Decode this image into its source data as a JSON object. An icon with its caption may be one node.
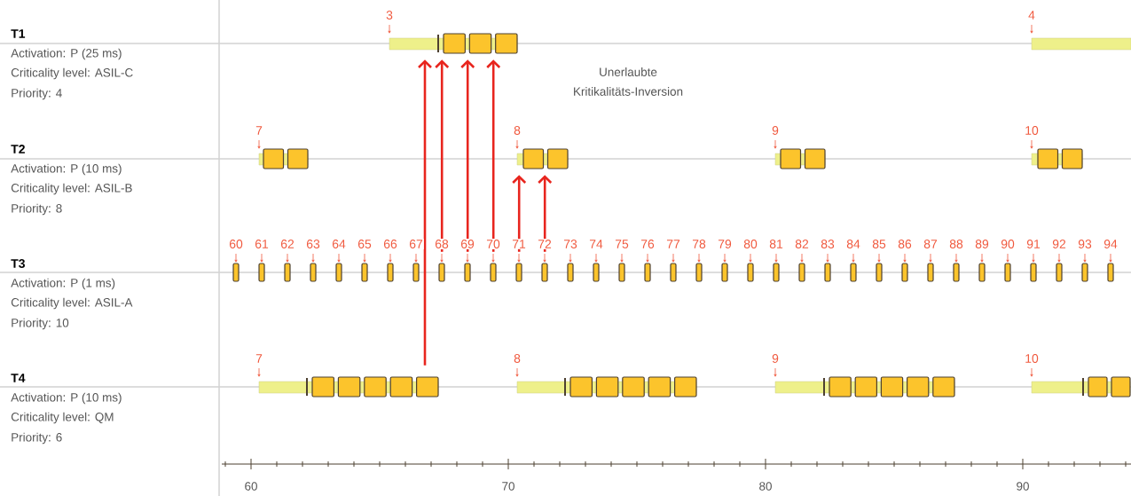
{
  "diagram": {
    "nodes": [
      {
        "text": [],
        "shape": "bar",
        "beside": [
          "3"
        ]
      },
      {
        "text": [],
        "shape": "bar",
        "beside": [
          "4"
        ]
      },
      {
        "text": [],
        "shape": "bar",
        "beside": [
          "7"
        ]
      },
      {
        "text": [],
        "shape": "bar",
        "beside": [
          "8"
        ]
      },
      {
        "text": [],
        "shape": "bar",
        "beside": [
          "9"
        ]
      },
      {
        "text": [],
        "shape": "bar",
        "beside": [
          "10"
        ]
      },
      {
        "text": [],
        "shape": "bar",
        "beside": [
          "60"
        ]
      },
      {
        "text": [],
        "shape": "bar",
        "beside": [
          "61"
        ]
      },
      {
        "text": [],
        "shape": "bar",
        "beside": [
          "62"
        ]
      },
      {
        "text": [],
        "shape": "bar",
        "beside": [
          "63"
        ]
      },
      {
        "text": [],
        "shape": "bar",
        "beside": [
          "64"
        ]
      },
      {
        "text": [],
        "shape": "bar",
        "beside": [
          "65"
        ]
      },
      {
        "text": [],
        "shape": "bar",
        "beside": [
          "66"
        ]
      },
      {
        "text": [],
        "shape": "bar",
        "beside": [
          "67"
        ]
      },
      {
        "text": [],
        "shape": "bar",
        "beside": [
          "68"
        ]
      },
      {
        "text": [],
        "shape": "bar",
        "beside": [
          "69"
        ]
      },
      {
        "text": [],
        "shape": "bar",
        "beside": [
          "70"
        ]
      },
      {
        "text": [],
        "shape": "bar",
        "beside": [
          "71"
        ]
      },
      {
        "text": [],
        "shape": "bar",
        "beside": [
          "72"
        ]
      },
      {
        "text": [],
        "shape": "bar",
        "beside": [
          "73"
        ]
      },
      {
        "text": [],
        "shape": "bar",
        "beside": [
          "74"
        ]
      },
      {
        "text": [],
        "shape": "bar",
        "beside": [
          "75"
        ]
      },
      {
        "text": [],
        "shape": "bar",
        "beside": [
          "76"
        ]
      },
      {
        "text": [],
        "shape": "bar",
        "beside": [
          "77"
        ]
      },
      {
        "text": [],
        "shape": "bar",
        "beside": [
          "78"
        ]
      },
      {
        "text": [],
        "shape": "bar",
        "beside": [
          "79"
        ]
      },
      {
        "text": [],
        "shape": "bar",
        "beside": [
          "80"
        ]
      },
      {
        "text": [],
        "shape": "bar",
        "beside": [
          "81"
        ]
      },
      {
        "text": [],
        "shape": "bar",
        "beside": [
          "82"
        ]
      },
      {
        "text": [],
        "shape": "bar",
        "beside": [
          "83"
        ]
      },
      {
        "text": [],
        "shape": "bar",
        "beside": [
          "84"
        ]
      },
      {
        "text": [],
        "shape": "bar",
        "beside": [
          "85"
        ]
      },
      {
        "text": [],
        "shape": "bar",
        "beside": [
          "86"
        ]
      },
      {
        "text": [],
        "shape": "bar",
        "beside": [
          "87"
        ]
      },
      {
        "text": [],
        "shape": "bar",
        "beside": [
          "88"
        ]
      },
      {
        "text": [],
        "shape": "bar",
        "beside": [
          "89"
        ]
      },
      {
        "text": [],
        "shape": "bar",
        "beside": [
          "90"
        ]
      },
      {
        "text": [],
        "shape": "bar",
        "beside": [
          "91"
        ]
      },
      {
        "text": [],
        "shape": "bar",
        "beside": [
          "92"
        ]
      },
      {
        "text": [],
        "shape": "bar",
        "beside": [
          "93"
        ]
      },
      {
        "text": [],
        "shape": "bar",
        "beside": [
          "94"
        ]
      },
      {
        "text": [],
        "shape": "bar",
        "beside": [
          "7"
        ]
      },
      {
        "text": [],
        "shape": "bar",
        "beside": [
          "8"
        ]
      },
      {
        "text": [],
        "shape": "bar",
        "beside": [
          "9"
        ]
      },
      {
        "text": [],
        "shape": "bar",
        "beside": [
          "10"
        ]
      }
    ],
    "edges": [
      {
        "from": 41,
        "to": 0,
        "arrow": "to"
      },
      {
        "from": 14,
        "to": 0,
        "arrow": "to"
      },
      {
        "from": 15,
        "to": 0,
        "arrow": "to"
      },
      {
        "from": 16,
        "to": 0,
        "arrow": "to"
      },
      {
        "from": 17,
        "to": 3,
        "arrow": "to"
      },
      {
        "from": 18,
        "to": 3,
        "arrow": "to"
      }
    ],
    "labels": [
      "T1",
      "Activation: P (25 ms)",
      "Criticality level: ASIL-C",
      "Priority: 4",
      "Unerlaubte Kritikalitäts-Inversion",
      "T2",
      "Activation: P (10 ms)",
      "Criticality level: ASIL-B",
      "Priority: 8",
      "T3",
      "Activation: P (1 ms)",
      "Criticality level: ASIL-A",
      "Priority: 10",
      "T4",
      "Activation: P (10 ms)",
      "Criticality level: QM",
      "Priority: 6",
      "60",
      "70",
      "80",
      "90"
    ]
  }
}
